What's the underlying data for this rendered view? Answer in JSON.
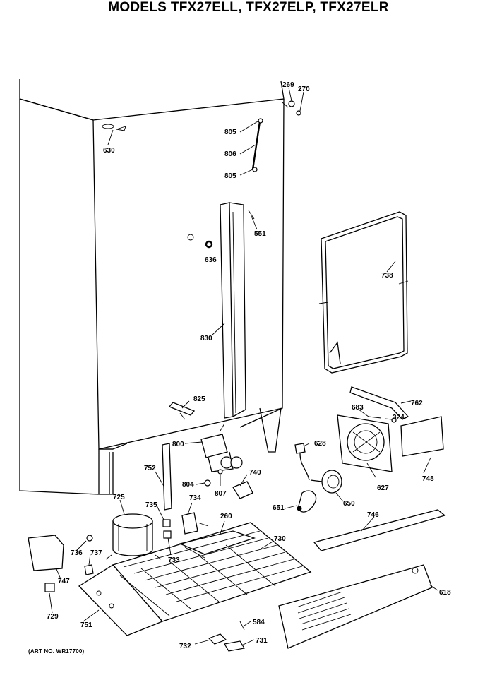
{
  "header": {
    "title": "MODELS TFX27ELL, TFX27ELP, TFX27ELR"
  },
  "footer": {
    "art_no": "(ART NO. WR17700)"
  },
  "callouts": [
    "269",
    "270",
    "630",
    "805",
    "806",
    "805",
    "551",
    "636",
    "738",
    "830",
    "825",
    "762",
    "683",
    "324",
    "800",
    "628",
    "752",
    "748",
    "740",
    "804",
    "807",
    "725",
    "735",
    "734",
    "260",
    "627",
    "651",
    "650",
    "746",
    "730",
    "736",
    "737",
    "747",
    "733",
    "618",
    "729",
    "751",
    "584",
    "732",
    "731"
  ]
}
